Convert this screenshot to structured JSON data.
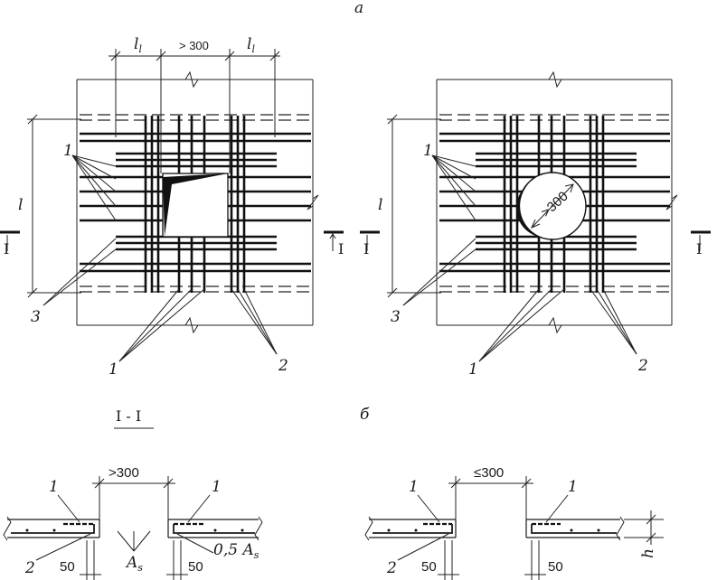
{
  "labels": {
    "view_a": "а",
    "view_b": "б",
    "marker_1": "1",
    "marker_2": "2",
    "marker_3": "3",
    "dim_l": "l",
    "dim_li": "l",
    "dim_li_sub": "l",
    "gap_gt_300": "> 300",
    "hole_gt_300": ">300",
    "section_mark": "I",
    "section_title": "I - I",
    "sec_left_span": ">300",
    "sec_right_span": "≤300",
    "dim_50": "50",
    "as_label": "A",
    "as_sub": "s",
    "half_as_label": "0,5 A",
    "half_as_sub": "s",
    "h_label": "h"
  }
}
